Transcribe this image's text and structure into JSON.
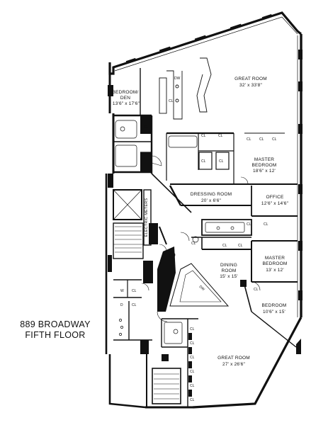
{
  "title": {
    "line1": "889 BROADWAY",
    "line2": "FIFTH FLOOR"
  },
  "rooms": {
    "bedroom_den": {
      "name1": "BEDROOM/",
      "name2": "DEN",
      "size": "13'6\" x 17'6\""
    },
    "great_room_north": {
      "name": "GREAT ROOM",
      "size": "32' x 33'8\""
    },
    "master_bedroom_1": {
      "name1": "MASTER",
      "name2": "BEDROOM",
      "size": "18'6\" x 12'"
    },
    "dressing_room": {
      "name": "DRESSING ROOM",
      "size": "20' x 6'6\""
    },
    "office": {
      "name": "OFFICE",
      "size": "12'6\" x 14'6\""
    },
    "electric_meters": {
      "name": "ELECTRIC METERS"
    },
    "dining_room": {
      "name1": "DINING",
      "name2": "ROOM",
      "size": "15' x 15'"
    },
    "master_bedroom_2": {
      "name1": "MASTER",
      "name2": "BEDROOM",
      "size": "13' x 12'"
    },
    "bedroom": {
      "name": "BEDROOM",
      "size": "10'6\" x 15'"
    },
    "great_room_south": {
      "name": "GREAT ROOM",
      "size": "27' x 26'6\""
    }
  },
  "fixtures": {
    "closet": "CL",
    "dishwasher": "DW",
    "washer": "W",
    "dryer": "D"
  }
}
